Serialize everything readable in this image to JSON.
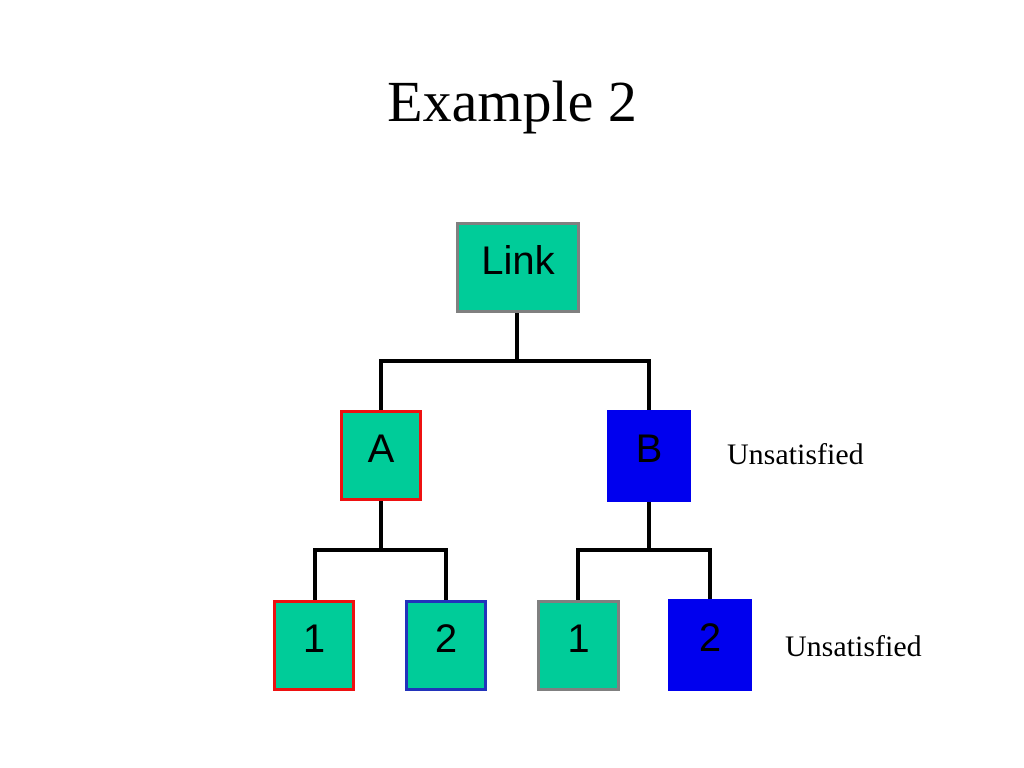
{
  "title": "Example 2",
  "colors": {
    "fill_green": "#00CC99",
    "fill_blue": "#0000EE",
    "border_gray": "#808080",
    "border_red": "#EE1111",
    "border_blue": "#2233BB",
    "line": "#000000"
  },
  "tree": {
    "root": {
      "label": "Link",
      "fill": "green",
      "border": "gray"
    },
    "a": {
      "label": "A",
      "fill": "green",
      "border": "red"
    },
    "b": {
      "label": "B",
      "fill": "blue",
      "border": "blue",
      "status": "Unsatisfied"
    },
    "a1": {
      "label": "1",
      "fill": "green",
      "border": "red"
    },
    "a2": {
      "label": "2",
      "fill": "green",
      "border": "blue"
    },
    "b1": {
      "label": "1",
      "fill": "green",
      "border": "gray"
    },
    "b2": {
      "label": "2",
      "fill": "blue",
      "border": "blue",
      "status": "Unsatisfied"
    }
  }
}
